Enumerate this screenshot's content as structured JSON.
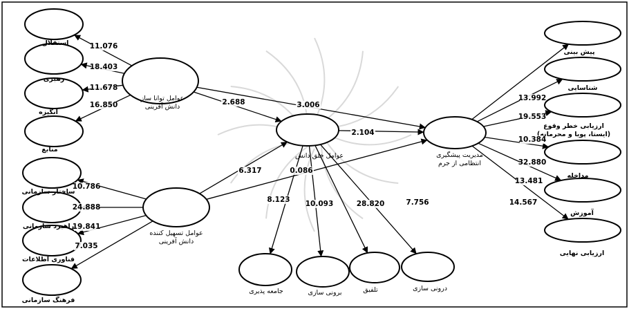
{
  "nodes": [
    {
      "id": "esteghlal",
      "label": "استقلال"
    },
    {
      "id": "rahbari",
      "label": "رهبری"
    },
    {
      "id": "angize",
      "label": "انگیزه"
    },
    {
      "id": "manabe",
      "label": "منابع"
    },
    {
      "id": "tavanasaz",
      "label": [
        "عوامل توانا ساز",
        "دانش آفرینی"
      ]
    },
    {
      "id": "khalgh",
      "label": [
        "عوامل خلق دانش"
      ]
    },
    {
      "id": "modiriyat",
      "label": [
        "مدیریت پیشگیری",
        "انتظامی از جرم"
      ]
    },
    {
      "id": "sakhtar",
      "label": "ساختار سازمانی"
    },
    {
      "id": "rahbord",
      "label": "راهبرد سازمانی"
    },
    {
      "id": "fanavari",
      "label": "فناوری اطلاعات"
    },
    {
      "id": "farhang",
      "label": "فرهنگ سازمانی"
    },
    {
      "id": "tashil",
      "label": [
        "عوامل تسهیل کننده",
        "دانش آفرینی"
      ]
    },
    {
      "id": "jameepaziri",
      "label": "جامعه پذیری"
    },
    {
      "id": "boronisazi",
      "label": "برونی سازی"
    },
    {
      "id": "talfigh",
      "label": "تلفیق"
    },
    {
      "id": "daronisazi",
      "label": "درونی سازی"
    },
    {
      "id": "pishbini",
      "label": "پیش بینی"
    },
    {
      "id": "shenasayi",
      "label": "شناسایی"
    },
    {
      "id": "arzyabi_khatar",
      "label": [
        "ارزیابی خطر وقوع",
        "(ایستا، پویا و محرمانه)"
      ]
    },
    {
      "id": "modakhele",
      "label": "مداخله"
    },
    {
      "id": "amoozesh",
      "label": "آموزش"
    },
    {
      "id": "arzyabi_nahayi",
      "label": "ارزیابی نهایی"
    }
  ],
  "edges": [
    {
      "from": "tavanasaz",
      "to": "esteghlal",
      "value": "11.076"
    },
    {
      "from": "tavanasaz",
      "to": "rahbari",
      "value": "18.403"
    },
    {
      "from": "tavanasaz",
      "to": "angize",
      "value": "11.678"
    },
    {
      "from": "tavanasaz",
      "to": "manabe",
      "value": "16.850"
    },
    {
      "from": "tavanasaz",
      "to": "khalgh",
      "value": "2.688"
    },
    {
      "from": "tavanasaz",
      "to": "modiriyat",
      "value": "3.006"
    },
    {
      "from": "khalgh",
      "to": "modiriyat",
      "value": "2.104"
    },
    {
      "from": "tashil",
      "to": "khalgh",
      "value": "6.317"
    },
    {
      "from": "tashil",
      "to": "modiriyat",
      "value": "0.086"
    },
    {
      "from": "tashil",
      "to": "sakhtar",
      "value": "10.786"
    },
    {
      "from": "tashil",
      "to": "rahbord",
      "value": "24.888"
    },
    {
      "from": "tashil",
      "to": "fanavari",
      "value": "19.841"
    },
    {
      "from": "tashil",
      "to": "farhang",
      "value": "7.035"
    },
    {
      "from": "khalgh",
      "to": "jameepaziri",
      "value": "8.123"
    },
    {
      "from": "khalgh",
      "to": "boronisazi",
      "value": "10.093"
    },
    {
      "from": "khalgh",
      "to": "talfigh",
      "value": "28.820"
    },
    {
      "from": "khalgh",
      "to": "daronisazi",
      "value": "7.756"
    },
    {
      "from": "modiriyat",
      "to": "pishbini",
      "value": "13.992"
    },
    {
      "from": "modiriyat",
      "to": "shenasayi",
      "value": "19.553"
    },
    {
      "from": "modiriyat",
      "to": "arzyabi_khatar",
      "value": "10.384"
    },
    {
      "from": "modiriyat",
      "to": "modakhele",
      "value": "32.880"
    },
    {
      "from": "modiriyat",
      "to": "amoozesh",
      "value": "13.481"
    },
    {
      "from": "modiriyat",
      "to": "arzyabi_nahayi",
      "value": "14.567"
    }
  ]
}
